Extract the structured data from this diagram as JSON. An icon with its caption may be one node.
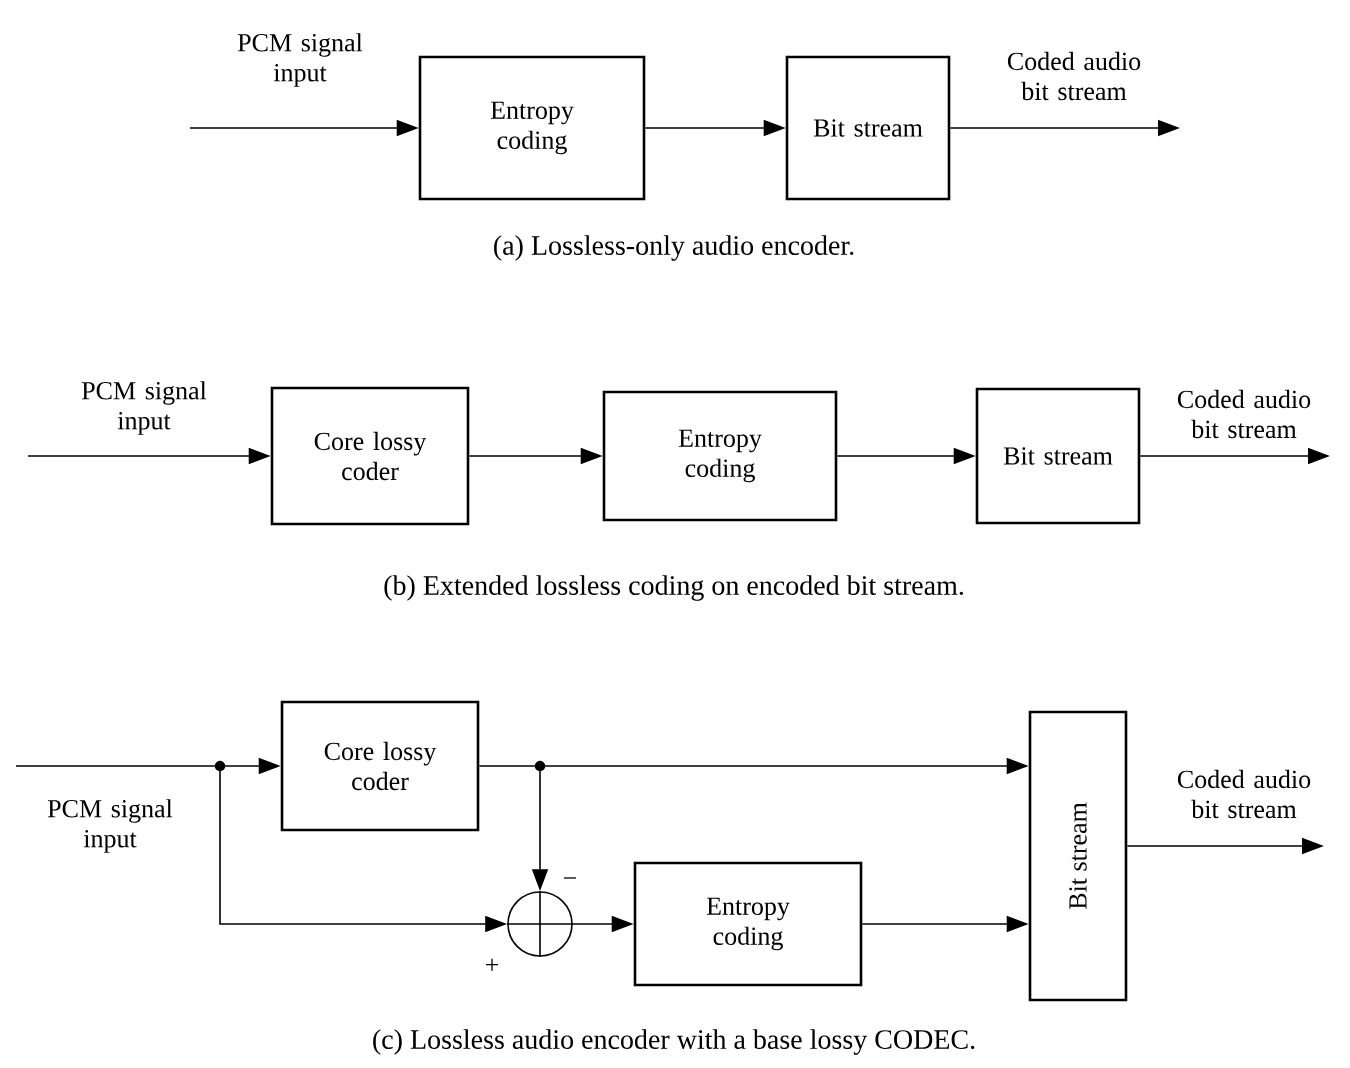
{
  "diagram": {
    "nodes": [
      {
        "text": [
          "Entropy coding"
        ]
      },
      {
        "text": [
          "Bit stream"
        ]
      },
      {
        "text": [
          "Core lossy coder"
        ]
      },
      {
        "text": [
          "Entropy coding"
        ]
      },
      {
        "text": [
          "Bit stream"
        ]
      },
      {
        "text": [
          "Core lossy coder"
        ]
      },
      {
        "text": [],
        "shape": "circle"
      },
      {
        "text": [
          "Entropy coding"
        ]
      },
      {
        "text": [
          "Bit stream"
        ]
      }
    ],
    "edges": [
      {
        "from": null,
        "to": 0,
        "arrow": "to",
        "label": "PCM signal input"
      },
      {
        "from": 0,
        "to": 1,
        "arrow": "to"
      },
      {
        "from": 1,
        "to": null,
        "arrow": "to",
        "label": "Coded audio bit stream"
      },
      {
        "from": null,
        "to": 2,
        "arrow": "to",
        "label": "PCM signal input"
      },
      {
        "from": 2,
        "to": 3,
        "arrow": "to"
      },
      {
        "from": 3,
        "to": 4,
        "arrow": "to"
      },
      {
        "from": 4,
        "to": null,
        "arrow": "to",
        "label": "Coded audio bit stream"
      },
      {
        "from": null,
        "to": 5,
        "arrow": "to",
        "label": "PCM signal input"
      },
      {
        "from": null,
        "to": 6,
        "arrow": "to",
        "label": "+"
      },
      {
        "from": 5,
        "to": 8,
        "arrow": "to"
      },
      {
        "from": 5,
        "to": 6,
        "arrow": "to",
        "label": "−"
      },
      {
        "from": 6,
        "to": 7,
        "arrow": "to"
      },
      {
        "from": 7,
        "to": 8,
        "arrow": "to"
      },
      {
        "from": 8,
        "to": null,
        "arrow": "to",
        "label": "Coded audio bit stream"
      }
    ],
    "labels": [
      "(a) Lossless-only audio encoder.",
      "(b) Extended lossless coding on encoded bit stream.",
      "(c) Lossless audio encoder with a base lossy CODEC."
    ]
  }
}
